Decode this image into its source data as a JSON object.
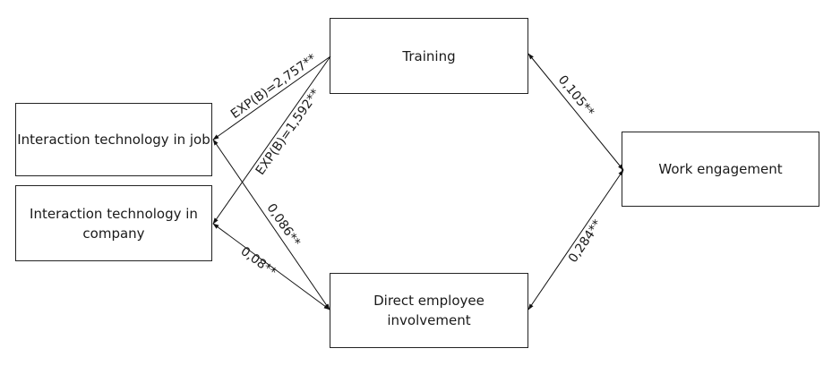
{
  "nodes": {
    "interaction_job": "Interaction technology in job",
    "interaction_company": "Interaction technology in company",
    "training": "Training",
    "direct_involvement": "Direct employee involvement",
    "work_engagement": "Work engagement"
  },
  "edges": [
    {
      "from": "training",
      "to": "interaction_job",
      "label": "EXP(B)=2,757**"
    },
    {
      "from": "training",
      "to": "interaction_company",
      "label": "EXP(B)=1,592**"
    },
    {
      "from": "interaction_job",
      "to": "direct_involvement",
      "label": "0,086**"
    },
    {
      "from": "interaction_company",
      "to": "direct_involvement",
      "label": "0,08**"
    },
    {
      "from": "training",
      "to": "work_engagement",
      "label": "0,105**"
    },
    {
      "from": "direct_involvement",
      "to": "work_engagement",
      "label": "0,284**"
    }
  ]
}
